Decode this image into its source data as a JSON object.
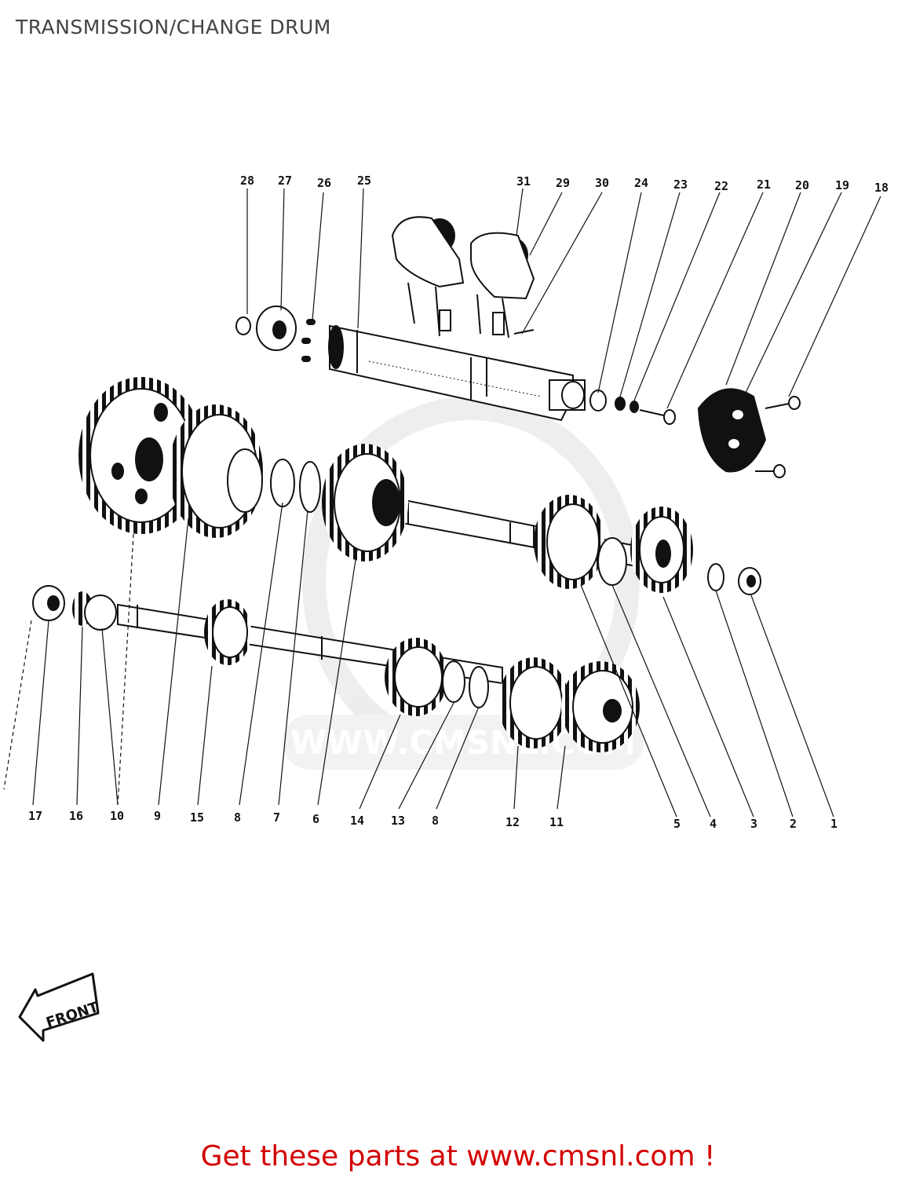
{
  "title": "TRANSMISSION/CHANGE DRUM",
  "footer": "Get these parts at www.cmsnl.com !",
  "front_arrow_label": "FRONT",
  "watermark": "WWW.CMSNL.COM",
  "part_numbers": {
    "p1": "1",
    "p2": "2",
    "p3": "3",
    "p4": "4",
    "p5": "5",
    "p6": "6",
    "p7": "7",
    "p8a": "8",
    "p8b": "8",
    "p9": "9",
    "p10": "10",
    "p11": "11",
    "p12": "12",
    "p13": "13",
    "p14": "14",
    "p15": "15",
    "p16": "16",
    "p17": "17",
    "p18": "18",
    "p19": "19",
    "p20": "20",
    "p21": "21",
    "p22": "22",
    "p23": "23",
    "p24": "24",
    "p25": "25",
    "p26": "26",
    "p27": "27",
    "p28": "28",
    "p29": "29",
    "p30": "30",
    "p31": "31"
  },
  "colors": {
    "title": "#444444",
    "footer": "#d40000",
    "ink": "#111111",
    "watermark": "#dddddd"
  },
  "icons": [
    "front-arrow-icon"
  ]
}
